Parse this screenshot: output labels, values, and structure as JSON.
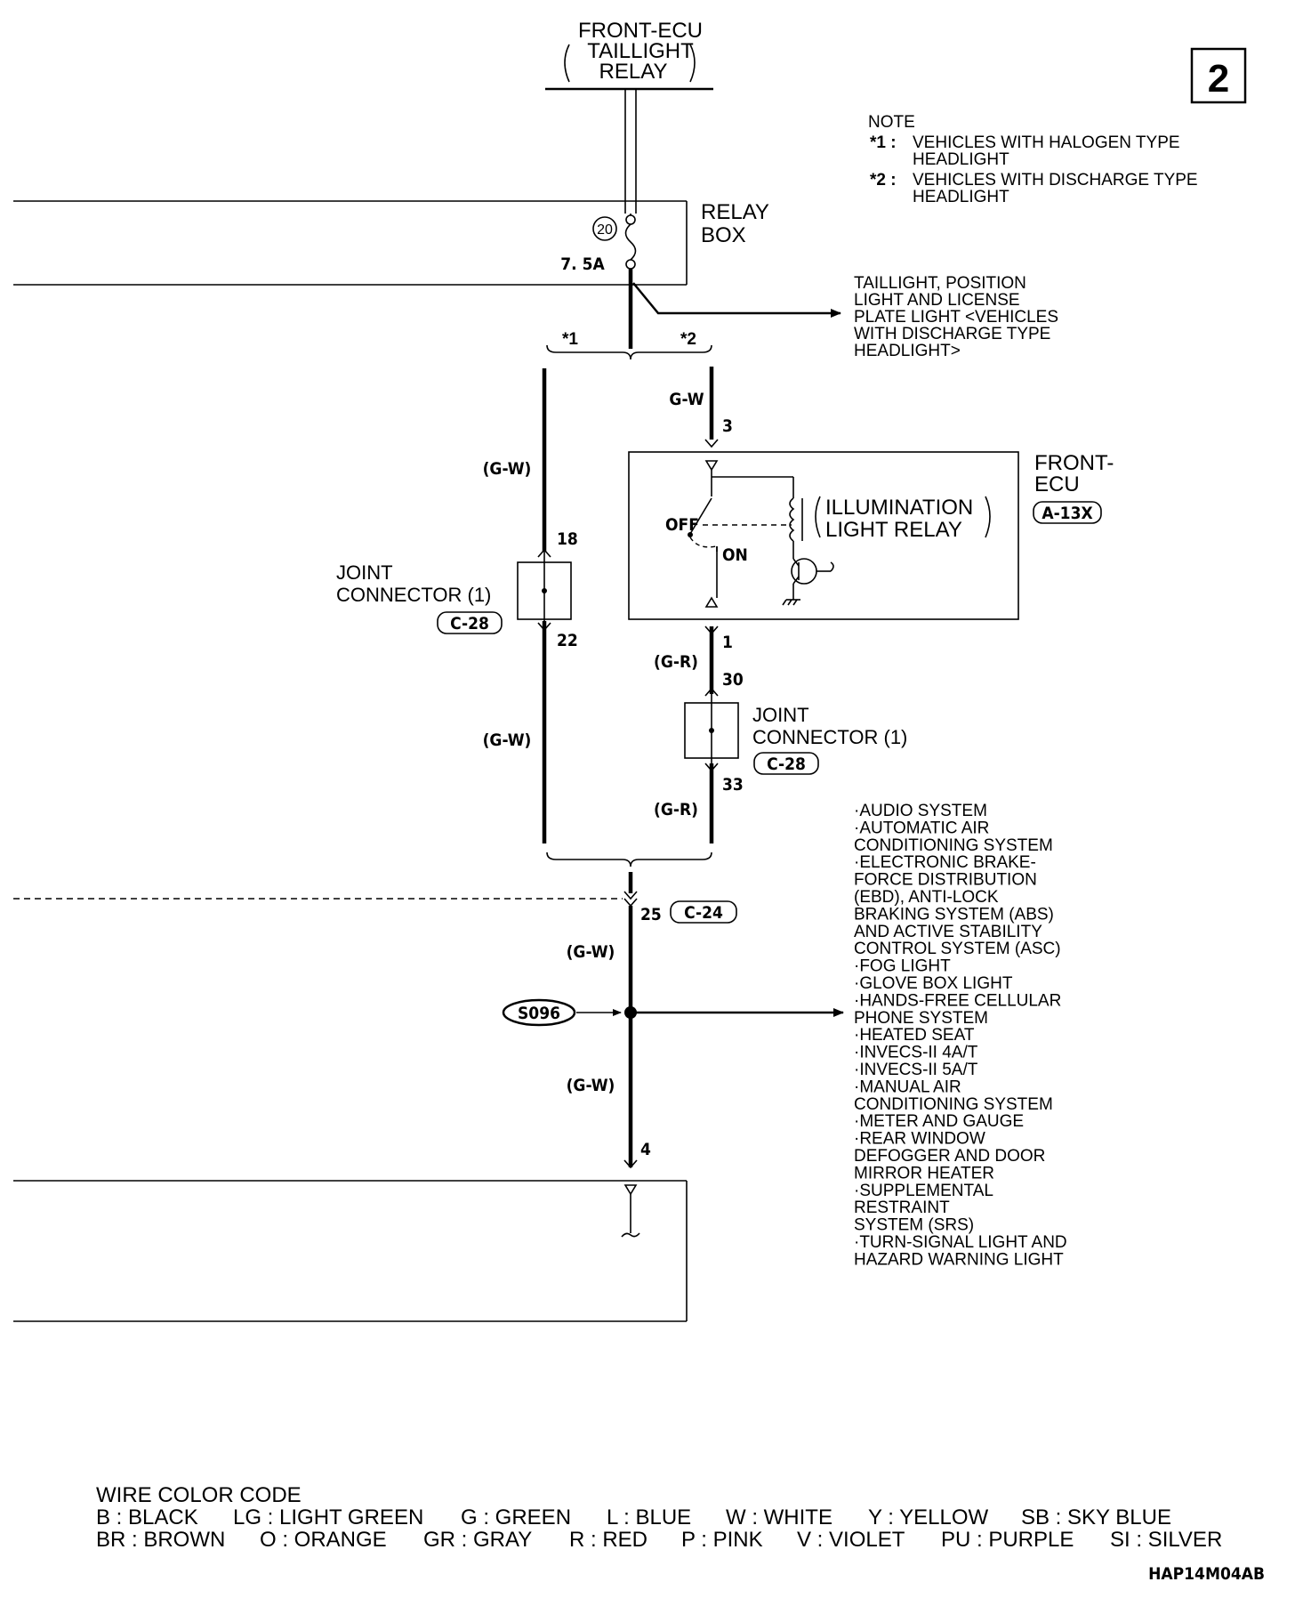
{
  "page_number": "2",
  "figure_code": "HAP14M04AB",
  "front_ecu_top": {
    "line1": "FRONT-ECU",
    "line2": "TAILLIGHT",
    "line3": "RELAY"
  },
  "relay_box": {
    "label1": "RELAY",
    "label2": "BOX",
    "fuse_number": "20",
    "fuse_rating": "7. 5A"
  },
  "note": {
    "title": "NOTE",
    "items": [
      {
        "mark": "*1 :",
        "line1": "VEHICLES WITH HALOGEN TYPE",
        "line2": "HEADLIGHT"
      },
      {
        "mark": "*2 :",
        "line1": "VEHICLES WITH DISCHARGE TYPE",
        "line2": "HEADLIGHT"
      }
    ]
  },
  "taillight_destination": [
    "TAILLIGHT, POSITION",
    "LIGHT AND LICENSE",
    "PLATE LIGHT <VEHICLES",
    "WITH DISCHARGE TYPE",
    "HEADLIGHT>"
  ],
  "branch_marks": {
    "left": "*1",
    "right": "*2"
  },
  "front_ecu_mid": {
    "line1": "FRONT-",
    "line2": "ECU",
    "connector": "A-13X",
    "relay_line1": "ILLUMINATION",
    "relay_line2": "LIGHT RELAY",
    "off": "OFF",
    "on": "ON"
  },
  "joint_connector_left": {
    "line1": "JOINT",
    "line2": "CONNECTOR (1)",
    "connector": "C-28"
  },
  "joint_connector_right": {
    "line1": "JOINT",
    "line2": "CONNECTOR (1)",
    "connector": "C-28"
  },
  "wire_labels": {
    "gw_top_right": "G-W",
    "gw_left_upper": "(G-W)",
    "gw_left_lower": "(G-W)",
    "gr_upper": "(G-R)",
    "gr_lower": "(G-R)",
    "gw_center_upper": "(G-W)",
    "gw_center_lower": "(G-W)"
  },
  "pins": {
    "p3": "3",
    "p18": "18",
    "p22": "22",
    "p1": "1",
    "p30": "30",
    "p33": "33",
    "p25": "25",
    "p4": "4"
  },
  "connector_c24": "C-24",
  "splice": "S096",
  "systems_list": [
    "·AUDIO SYSTEM",
    "·AUTOMATIC AIR",
    " CONDITIONING SYSTEM",
    "·ELECTRONIC BRAKE-",
    " FORCE DISTRIBUTION",
    " (EBD), ANTI-LOCK",
    " BRAKING SYSTEM (ABS)",
    " AND ACTIVE STABILITY",
    " CONTROL SYSTEM (ASC)",
    "·FOG LIGHT",
    "·GLOVE BOX LIGHT",
    "·HANDS-FREE CELLULAR",
    " PHONE SYSTEM",
    "·HEATED SEAT",
    "·INVECS-II 4A/T",
    "·INVECS-II 5A/T",
    "·MANUAL AIR",
    " CONDITIONING SYSTEM",
    "·METER AND GAUGE",
    "·REAR WINDOW",
    " DEFOGGER AND DOOR",
    " MIRROR HEATER",
    "·SUPPLEMENTAL",
    " RESTRAINT",
    " SYSTEM (SRS)",
    "·TURN-SIGNAL LIGHT AND",
    " HAZARD WARNING LIGHT"
  ],
  "wire_color_code": {
    "title": "WIRE COLOR CODE",
    "row1": [
      "B : BLACK",
      "LG : LIGHT GREEN",
      "G : GREEN",
      "L : BLUE",
      "W : WHITE",
      "Y : YELLOW",
      "SB : SKY BLUE"
    ],
    "row2": [
      "BR : BROWN",
      "O : ORANGE",
      "GR : GRAY",
      "R : RED",
      "P : PINK",
      "V : VIOLET",
      "PU : PURPLE",
      "SI : SILVER"
    ]
  }
}
